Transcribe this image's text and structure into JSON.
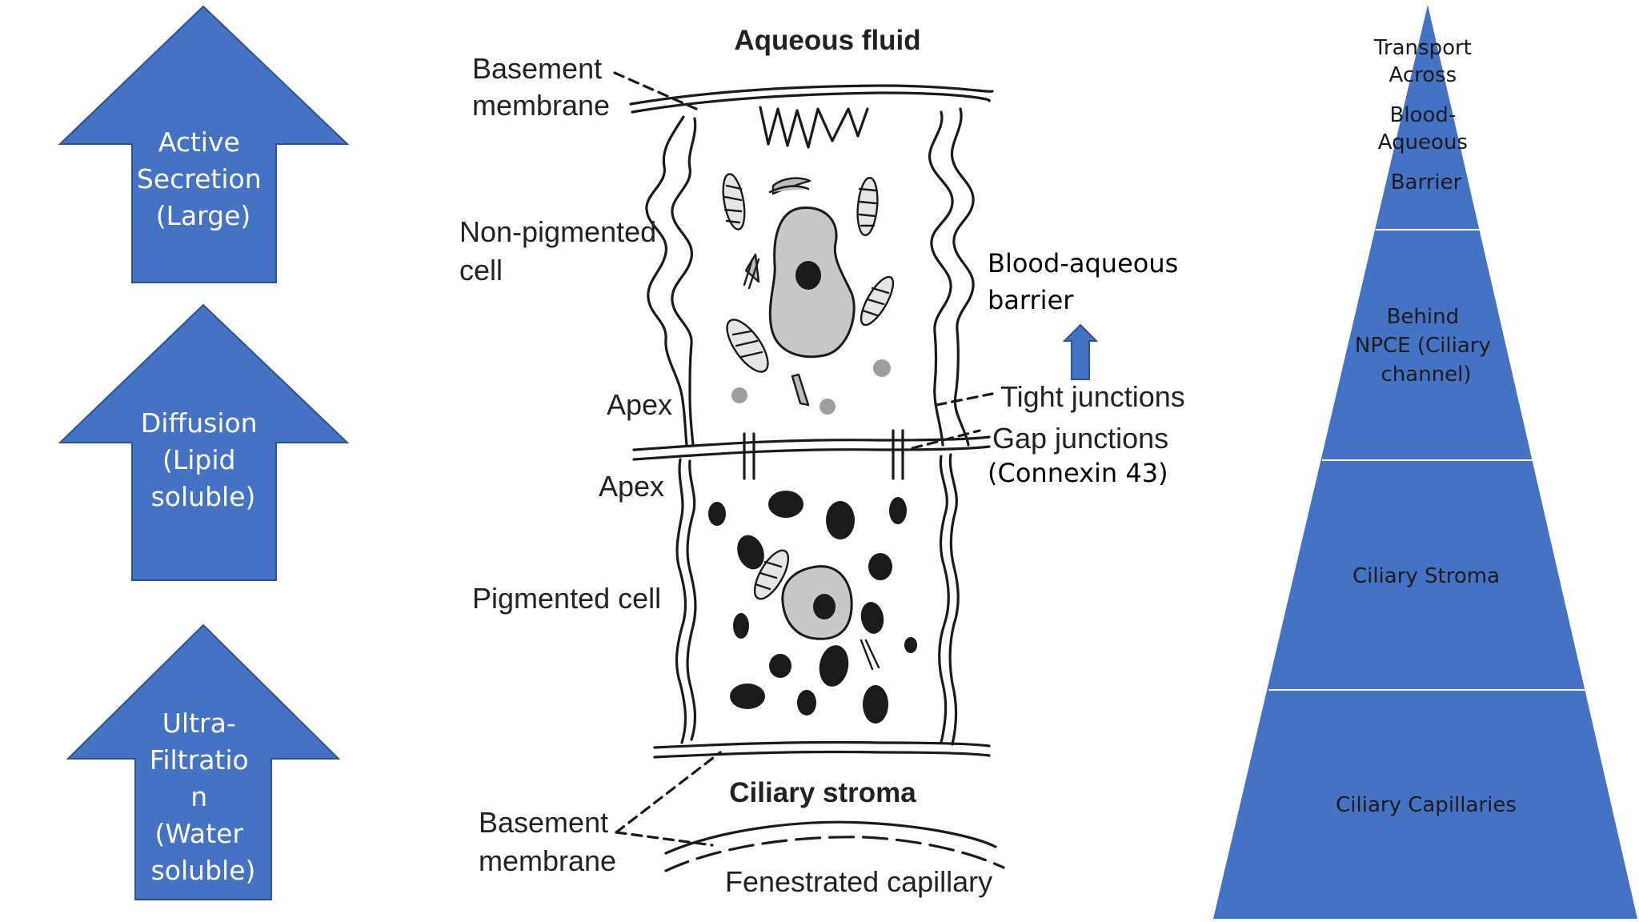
{
  "colors": {
    "arrow_fill": "#4472c4",
    "arrow_stroke": "#2f528f",
    "pyramid_fill": "#4472c4",
    "pyramid_divider": "#ffffff",
    "cell_line": "#1a1a1a",
    "nucleus_fill": "#c8c8c8"
  },
  "left_arrows": [
    {
      "lines": [
        "Active",
        "Secretion",
        "(Large)"
      ]
    },
    {
      "lines": [
        "Diffusion",
        "(Lipid",
        "soluble)"
      ]
    },
    {
      "lines": [
        "Ultra-",
        "Filtratio",
        "n",
        "(Water",
        "soluble)"
      ]
    }
  ],
  "diagram": {
    "top_title": "Aqueous fluid",
    "basement_membrane_top": [
      "Basement",
      "membrane"
    ],
    "non_pigmented_cell": [
      "Non-pigmented",
      "cell"
    ],
    "apex_upper": "Apex",
    "apex_lower": "Apex",
    "pigmented_cell": "Pigmented cell",
    "bottom_title": "Ciliary stroma",
    "basement_membrane_bottom": [
      "Basement",
      "membrane"
    ],
    "fenestrated_capillary": "Fenestrated capillary",
    "tight_junctions": "Tight junctions",
    "gap_junctions": "Gap junctions",
    "connexin": "(Connexin 43)",
    "blood_aqueous_barrier": [
      "Blood-aqueous",
      "barrier"
    ],
    "up_arrow_icon": "arrow-up-icon"
  },
  "pyramid": {
    "tiers": [
      {
        "lines": [
          "Transport",
          "Across",
          "Blood-",
          "Aqueous",
          "Barrier"
        ]
      },
      {
        "lines": [
          "Behind",
          "NPCE (Ciliary",
          "channel)"
        ]
      },
      {
        "lines": [
          "Ciliary Stroma"
        ]
      },
      {
        "lines": [
          "Ciliary Capillaries"
        ]
      }
    ]
  }
}
